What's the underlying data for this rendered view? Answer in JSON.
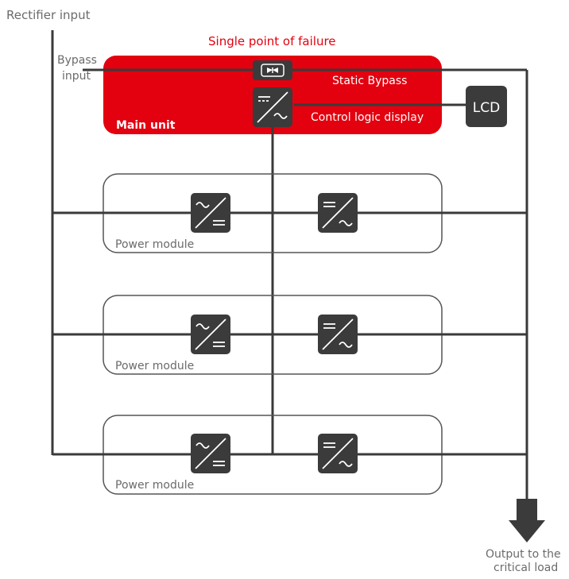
{
  "labels": {
    "rectifier_input": "Rectifier input",
    "bypass_input_line1": "Bypass",
    "bypass_input_line2": "input",
    "single_point_of_failure": "Single point of failure",
    "static_bypass": "Static Bypass",
    "control_logic_display": "Control logic display",
    "main_unit": "Main unit",
    "lcd": "LCD",
    "output_line1": "Output to the",
    "output_line2": "critical load"
  },
  "power_modules": [
    {
      "label": "Power module"
    },
    {
      "label": "Power module"
    },
    {
      "label": "Power module"
    }
  ],
  "colors": {
    "line": "#3a3a3a",
    "main_unit_fill": "#e3000f",
    "failure_text": "#e3000f",
    "icon_fill": "#3b3b3b",
    "module_border": "#555555",
    "label_gray": "#6b6b6b",
    "lcd_fill": "#3b3b3b"
  }
}
